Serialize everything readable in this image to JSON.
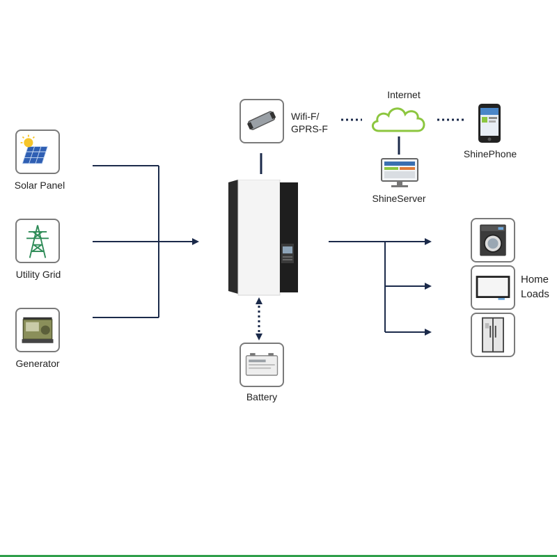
{
  "sources": {
    "solar": {
      "label": "Solar Panel",
      "icon": "solar-panel-icon"
    },
    "grid": {
      "label": "Utility Grid",
      "icon": "power-tower-icon"
    },
    "generator": {
      "label": "Generator",
      "icon": "generator-icon"
    }
  },
  "comms": {
    "module_line1": "Wifi-F/",
    "module_line2": "GPRS-F",
    "internet": "Internet",
    "server": "ShineServer",
    "phone": "ShinePhone"
  },
  "storage": {
    "battery": "Battery"
  },
  "loads": {
    "line1": "Home",
    "line2": "Loads"
  },
  "colors": {
    "line": "#1b2a4a",
    "box_border": "#7a7a7a",
    "cloud": "#8cc63f",
    "accent": "#2f9e4a"
  }
}
